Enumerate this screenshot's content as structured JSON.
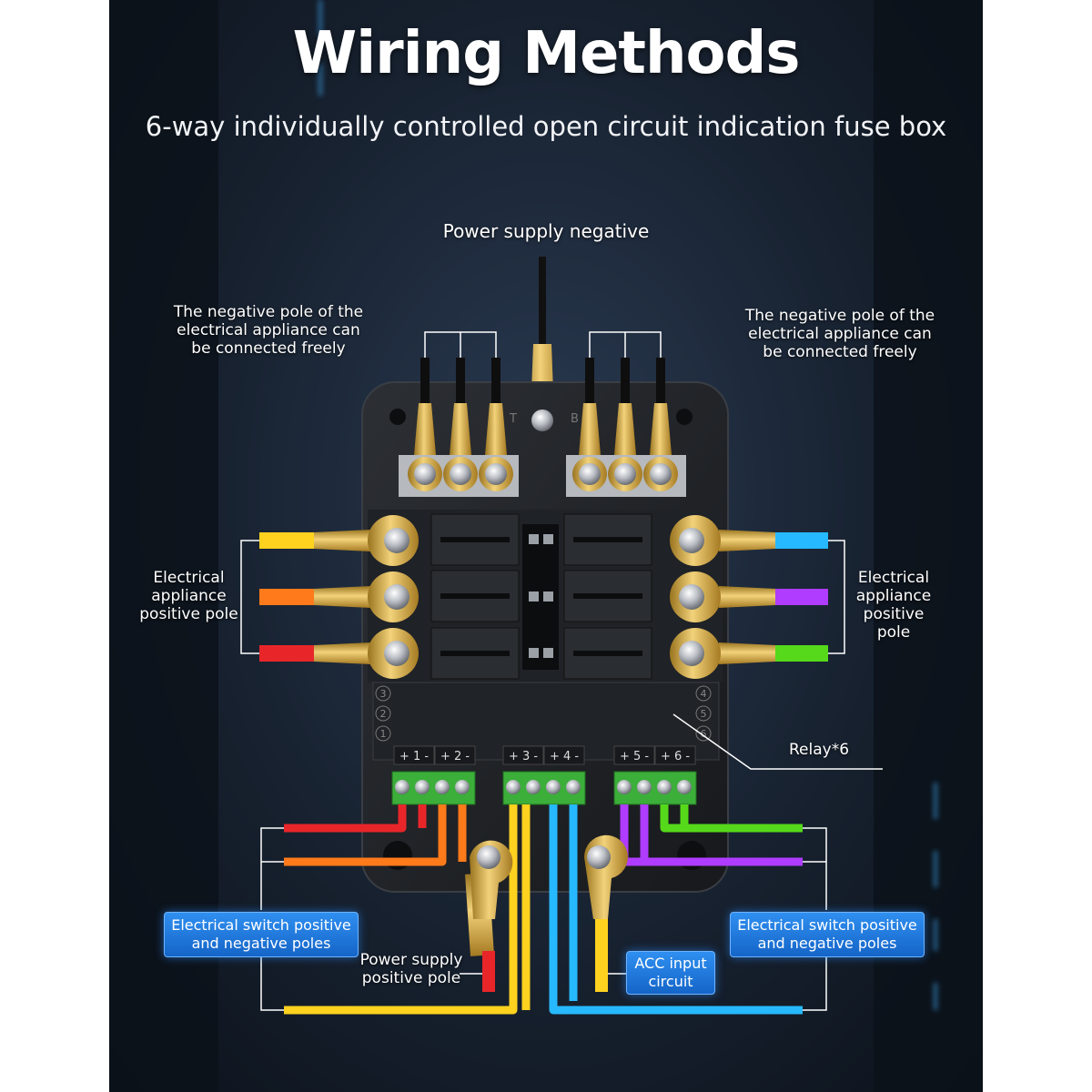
{
  "title": "Wiring Methods",
  "subtitle": "6-way individually controlled open circuit indication fuse box",
  "labels": {
    "power_negative": "Power supply negative",
    "neg_left_1": "The negative pole of the",
    "neg_left_2": "electrical appliance can",
    "neg_left_3": "be connected freely",
    "neg_right_1": "The negative pole of the",
    "neg_right_2": "electrical appliance can",
    "neg_right_3": "be connected freely",
    "app_left_1": "Electrical",
    "app_left_2": "appliance",
    "app_left_3": "positive pole",
    "app_right_1": "Electrical",
    "app_right_2": "appliance",
    "app_right_3": "positive pole",
    "relay": "Relay*6",
    "switch_left_1": "Electrical switch positive",
    "switch_left_2": "and negative poles",
    "switch_right_1": "Electrical switch positive",
    "switch_right_2": "and negative poles",
    "power_positive_1": "Power supply",
    "power_positive_2": "positive pole",
    "acc_1": "ACC input",
    "acc_2": "circuit"
  },
  "box_marks": {
    "terminal_left": "T",
    "terminal_right": "B",
    "channels": [
      "+ 1 -",
      "+ 2 -",
      "+ 3 -",
      "+ 4 -",
      "+ 5 -",
      "+ 6 -"
    ],
    "relay_numbers_left": [
      "3",
      "2",
      "1"
    ],
    "relay_numbers_right": [
      "4",
      "5",
      "6"
    ]
  },
  "colors": {
    "yellow_wire": "#ffd21f",
    "orange_wire": "#ff7a1a",
    "red_wire": "#e8262a",
    "cyan_wire": "#27b9ff",
    "purple_wire": "#b03cff",
    "green_wire": "#55d91a",
    "brass": "#d8a93a",
    "callout_blue": "#1e78dc"
  }
}
